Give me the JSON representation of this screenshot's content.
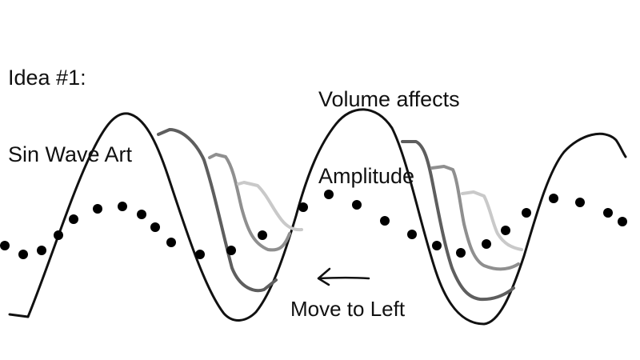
{
  "notes": {
    "idea_number": "Idea #1:",
    "idea_title": "Sin Wave Art",
    "volume_line1": "Volume affects",
    "volume_line2": "Amplitude",
    "move_direction": "Move to Left"
  },
  "colors": {
    "main_wave": "#111111",
    "dots": "#000000",
    "trail_1": "#5e5e5e",
    "trail_2": "#8f8f8f",
    "trail_3": "#c9c9c9",
    "arrow": "#111111"
  },
  "icons": {
    "direction": "left-arrow-icon"
  }
}
